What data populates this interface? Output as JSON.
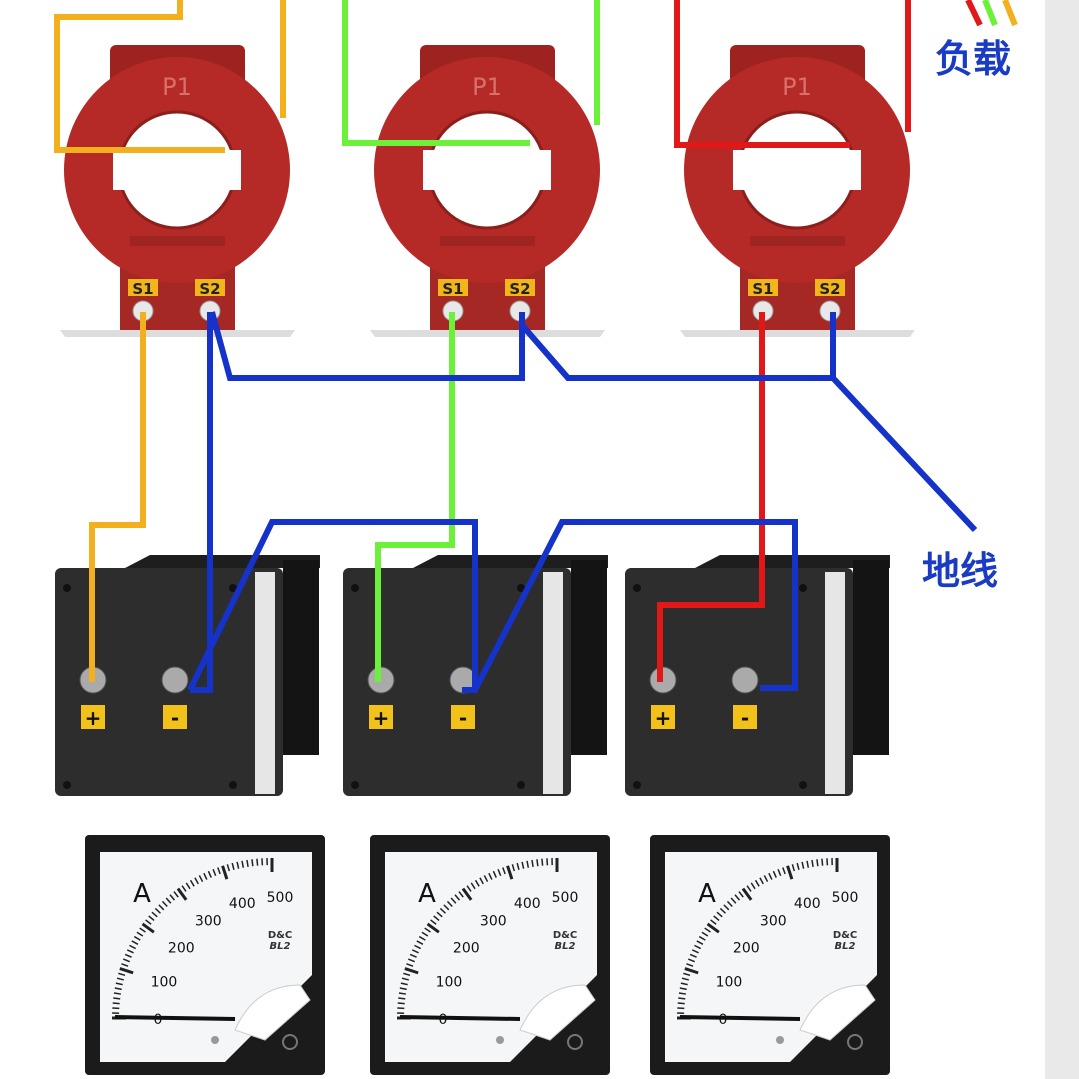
{
  "labels": {
    "load": "负载",
    "ground": "地线"
  },
  "ct": {
    "primary": "P1",
    "s1": "S1",
    "s2": "S2"
  },
  "transducer": {
    "plus": "+",
    "minus": "-"
  },
  "meter": {
    "unit": "A",
    "ticks": [
      "0",
      "100",
      "200",
      "300",
      "400",
      "500"
    ],
    "brand": "D&C",
    "model": "BL2"
  },
  "phases": [
    {
      "name": "phase-a",
      "color": "#f2b01e"
    },
    {
      "name": "phase-b",
      "color": "#6cf03a"
    },
    {
      "name": "phase-c",
      "color": "#e01818"
    }
  ],
  "colors": {
    "ground": "#1533c8",
    "ct_body": "#b52a26",
    "box": "#2d2d2d"
  }
}
